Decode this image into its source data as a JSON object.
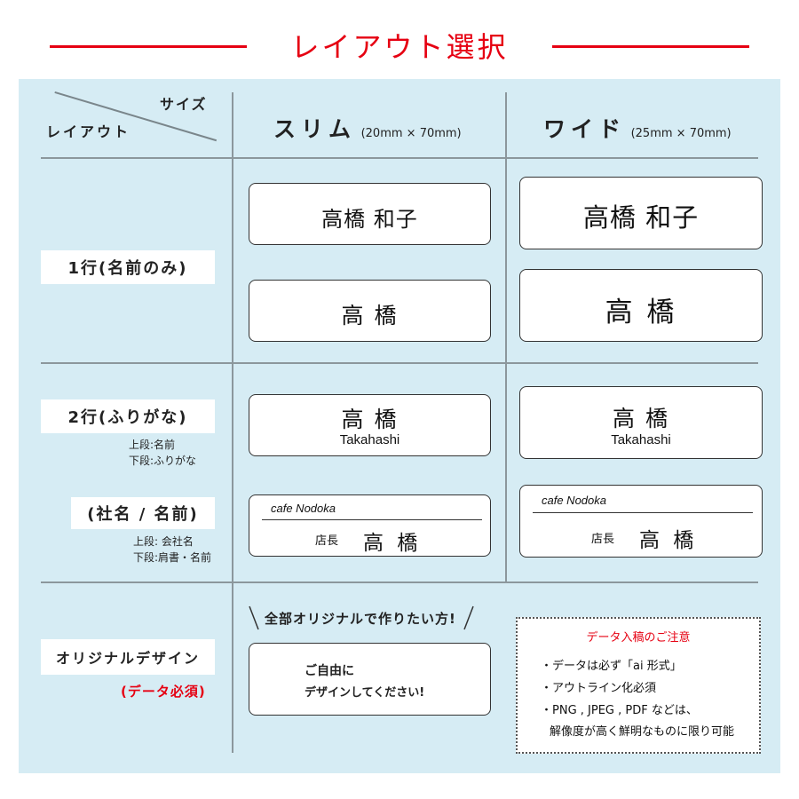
{
  "header": {
    "title": "レイアウト選択"
  },
  "table_head": {
    "size_label": "サイズ",
    "layout_label": "レイアウト",
    "slim": {
      "name": "スリム",
      "size": "(20mm × 70mm)"
    },
    "wide": {
      "name": "ワイド",
      "size": "(25mm × 70mm)"
    }
  },
  "rows": {
    "one_line": {
      "label": "1行(名前のみ)"
    },
    "two_line": {
      "label": "2行(ふりがな)",
      "note_top": "上段:名前",
      "note_bottom": "下段:ふりがな"
    },
    "company": {
      "label": "(社名 / 名前)",
      "note_top": "上段: 会社名",
      "note_bottom": "下段:肩書・名前"
    },
    "original": {
      "label": "オリジナルデザイン",
      "required": "(データ必須)"
    }
  },
  "samples": {
    "full_name": "高橋 和子",
    "surname": "高 橋",
    "romaji": "Takahashi",
    "company": "cafe Nodoka",
    "role": "店長"
  },
  "original_design": {
    "heading": "全部オリジナルで作りたい方!",
    "card_line1": "ご自由に",
    "card_line2": "デザインしてください!"
  },
  "notice": {
    "title": "データ入稿のご注意",
    "items": [
      "・データは必ず「ai 形式」",
      "・アウトライン化必須",
      "・PNG , JPEG , PDF などは、",
      "解像度が高く鮮明なものに限り可能"
    ]
  },
  "colors": {
    "accent_red": "#e60012",
    "panel_blue": "#d6ecf4",
    "grid_gray": "#8c979c"
  }
}
